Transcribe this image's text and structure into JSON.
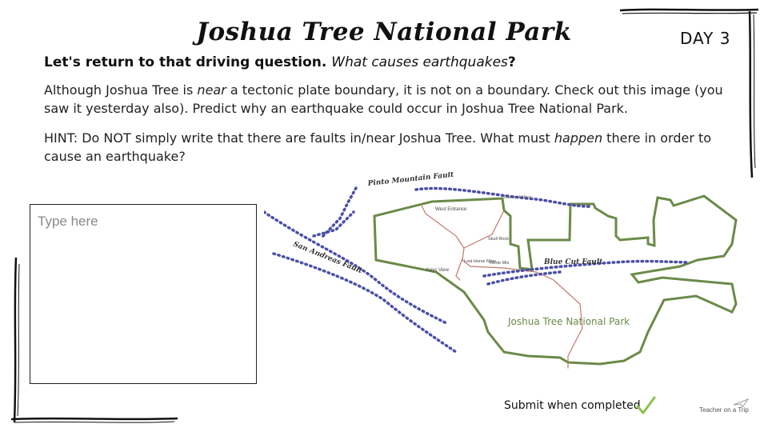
{
  "slide": {
    "title": "Joshua Tree National Park",
    "day_label": "DAY 3",
    "question_lead": "Let's return to that driving question.",
    "question_em": "What causes earthquakes",
    "question_end": "?",
    "p1_a": "Although Joshua Tree is ",
    "p1_em": "near",
    "p1_b": " a tectonic plate boundary, it is not on a boundary. Check out this image (you saw it yesterday also). Predict why an earthquake could occur in Joshua Tree National Park.",
    "p2_a": "HINT: Do NOT simply write that there are faults in/near Joshua Tree. What must ",
    "p2_em": "happen",
    "p2_b": " there in order to cause an earthquake?"
  },
  "answer_box": {
    "placeholder": "Type here"
  },
  "map": {
    "labels": {
      "pinto_fault": "Pinto Mountain Fault",
      "oasis": "Oasis of Mara",
      "west_entrance": "West Entrance",
      "skull_rock": "Skull Rock",
      "keys_view": "Keys View",
      "lost_horse": "Lost Horse Mine",
      "hexie": "Hexie Mts",
      "blue_cut": "Blue Cut Fault",
      "san_andreas": "San Andreas Fault",
      "park_name": "Joshua Tree  National Park"
    },
    "colors": {
      "boundary": "#6b8a48",
      "fault": "#4a4fa6",
      "road": "#c07a6a"
    }
  },
  "footer": {
    "submit_text": "Submit when completed",
    "check_color": "#8bc34a",
    "logo_text": "Teacher on a Trip"
  }
}
